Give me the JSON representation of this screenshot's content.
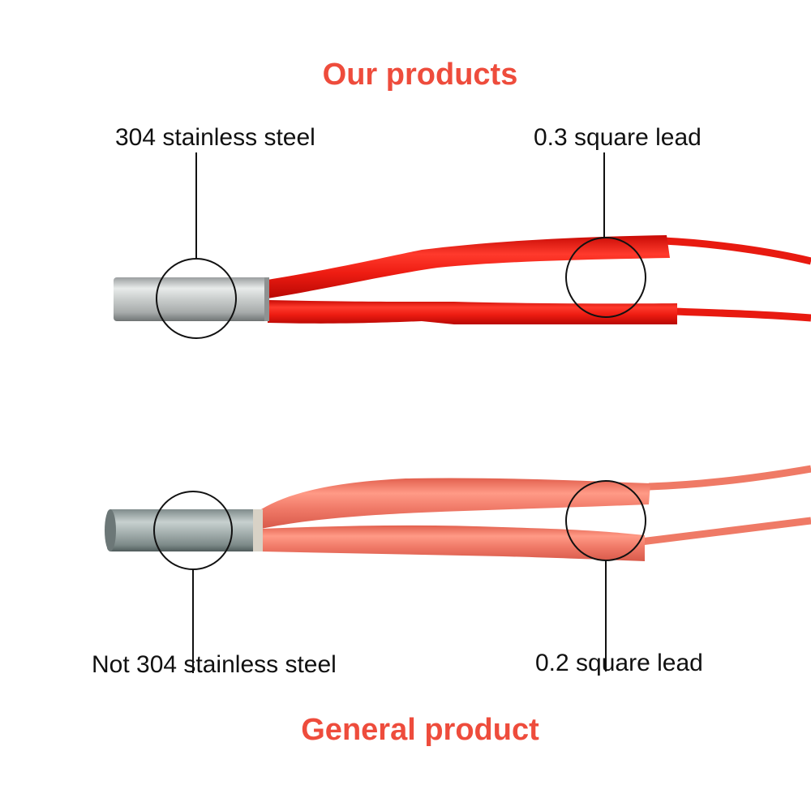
{
  "headings": {
    "top": "Our products",
    "bottom": "General product"
  },
  "callouts": {
    "top_steel": "304 stainless steel",
    "top_lead": "0.3 square lead",
    "bottom_steel": "Not 304 stainless steel",
    "bottom_lead": "0.2 square lead"
  },
  "colors": {
    "heading": "#ee4c3c",
    "top_wire": "#ee1c12",
    "bottom_wire": "#f07a68",
    "steel": "#c8cccc",
    "callout_line": "#111111"
  }
}
